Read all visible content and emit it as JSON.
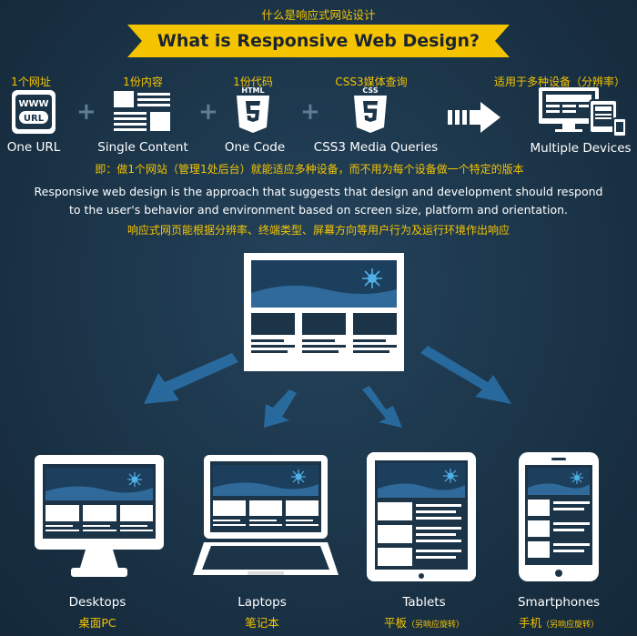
{
  "top_title": "什么是响应式网站设计",
  "banner_title": "What  is Responsive Web Design?",
  "steps": [
    {
      "cn": "1个网址",
      "en": "One URL",
      "icon": "www-url-icon",
      "icon_text": "WWW",
      "icon_text2": "URL"
    },
    {
      "cn": "1份内容",
      "en": "Single Content",
      "icon": "content-layout-icon"
    },
    {
      "cn": "1份代码",
      "en": "One Code",
      "icon": "html5-icon",
      "icon_text": "HTML"
    },
    {
      "cn": "CSS3媒体查询",
      "en": "CSS3 Media Queries",
      "icon": "css3-icon",
      "icon_text": "CSS"
    },
    {
      "cn": "适用于多种设备（分辨率）",
      "en": "Multiple Devices",
      "icon": "multiple-devices-icon"
    }
  ],
  "summary_cn": "即：做1个网站（管理1处后台）就能适应多种设备，而不用为每个设备做一个特定的版本",
  "description_line1": "Responsive web design is the approach that suggests that design and development should respond",
  "description_line2": "to the user's behavior and environment based on screen size, platform and orientation.",
  "description_cn": "响应式网页能根据分辨率、终端类型、屏幕方向等用户行为及运行环境作出响应",
  "devices": [
    {
      "en": "Desktops",
      "cn": "桌面PC",
      "note": ""
    },
    {
      "en": "Laptops",
      "cn": "笔记本",
      "note": ""
    },
    {
      "en": "Tablets",
      "cn": "平板",
      "note": "（另响应旋转）"
    },
    {
      "en": "Smartphones",
      "cn": "手机",
      "note": "（另响应旋转）"
    }
  ],
  "colors": {
    "accent_yellow": "#f5c400",
    "background": "#1b3448",
    "screen_blue": "#2a5a86",
    "dark_panel": "#1a2e3e"
  }
}
